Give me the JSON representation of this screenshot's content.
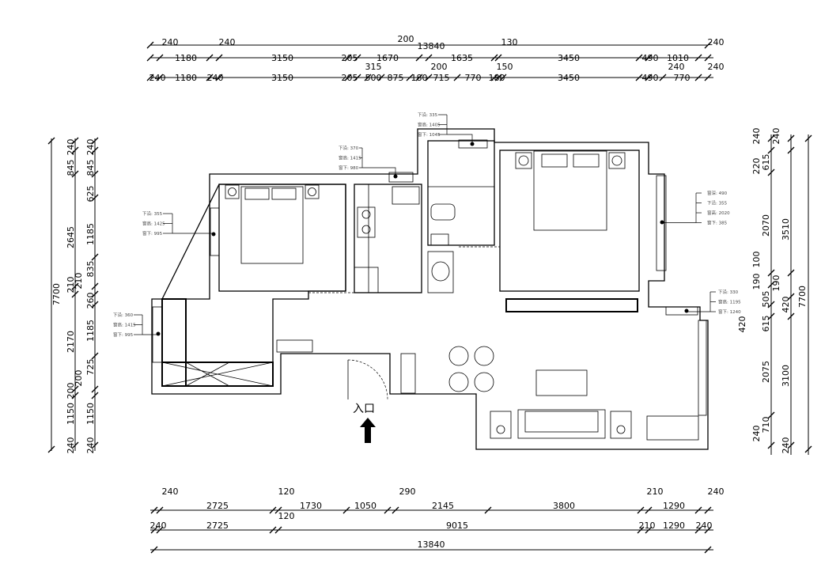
{
  "top_dims": {
    "row_overall": [
      "13840"
    ],
    "row1": [
      "240",
      "1180",
      "240",
      "3150",
      "205",
      "1670",
      "200",
      "1635",
      "130",
      "3450",
      "490",
      "1010",
      "240"
    ],
    "row2": [
      "240",
      "1180",
      "240",
      "3150",
      "205",
      "315",
      "500",
      "875",
      "180",
      "200",
      "715",
      "770",
      "180",
      "150",
      "3450",
      "490",
      "240",
      "770",
      "240"
    ]
  },
  "bottom_dims": {
    "row1": [
      "240",
      "2725",
      "120",
      "1730",
      "1050",
      "290",
      "2145",
      "3800",
      "210",
      "1290",
      "240"
    ],
    "row2": [
      "240",
      "2725",
      "120",
      "9015",
      "210",
      "1290",
      "240"
    ],
    "row_overall": [
      "13840"
    ]
  },
  "left_dims": {
    "overall": [
      "7700"
    ],
    "row1": [
      "240",
      "845",
      "2645",
      "210",
      "2170",
      "200",
      "1150",
      "240"
    ],
    "row2": [
      "240",
      "845",
      "625",
      "1185",
      "835",
      "210",
      "260",
      "1185",
      "725",
      "200",
      "1150",
      "240"
    ]
  },
  "right_dims": {
    "overall": [
      "7700"
    ],
    "row1": [
      "240",
      "220",
      "615",
      "2070",
      "100",
      "190",
      "505",
      "420",
      "615",
      "2075",
      "710",
      "240"
    ],
    "row2": [
      "240",
      "3510",
      "190",
      "420",
      "3100",
      "240"
    ]
  },
  "window_notes": [
    {
      "lines": [
        "下沿: 335",
        "窗高: 1405",
        "窗下: 1045"
      ]
    },
    {
      "lines": [
        "下沿: 370",
        "窗高: 1415",
        "窗下: 980"
      ]
    },
    {
      "lines": [
        "下沿: 355",
        "窗高: 1425",
        "窗下: 995"
      ]
    },
    {
      "lines": [
        "窗深: 490",
        "下沿: 355",
        "窗高: 2020",
        "窗下: 385"
      ]
    },
    {
      "lines": [
        "下沿: 330",
        "窗高: 1195",
        "窗下: 1240"
      ]
    },
    {
      "lines": [
        "下沿: 360",
        "窗高: 1415",
        "窗下: 995"
      ]
    }
  ],
  "entrance": {
    "label": "入口",
    "color": "#1a5fb4"
  }
}
